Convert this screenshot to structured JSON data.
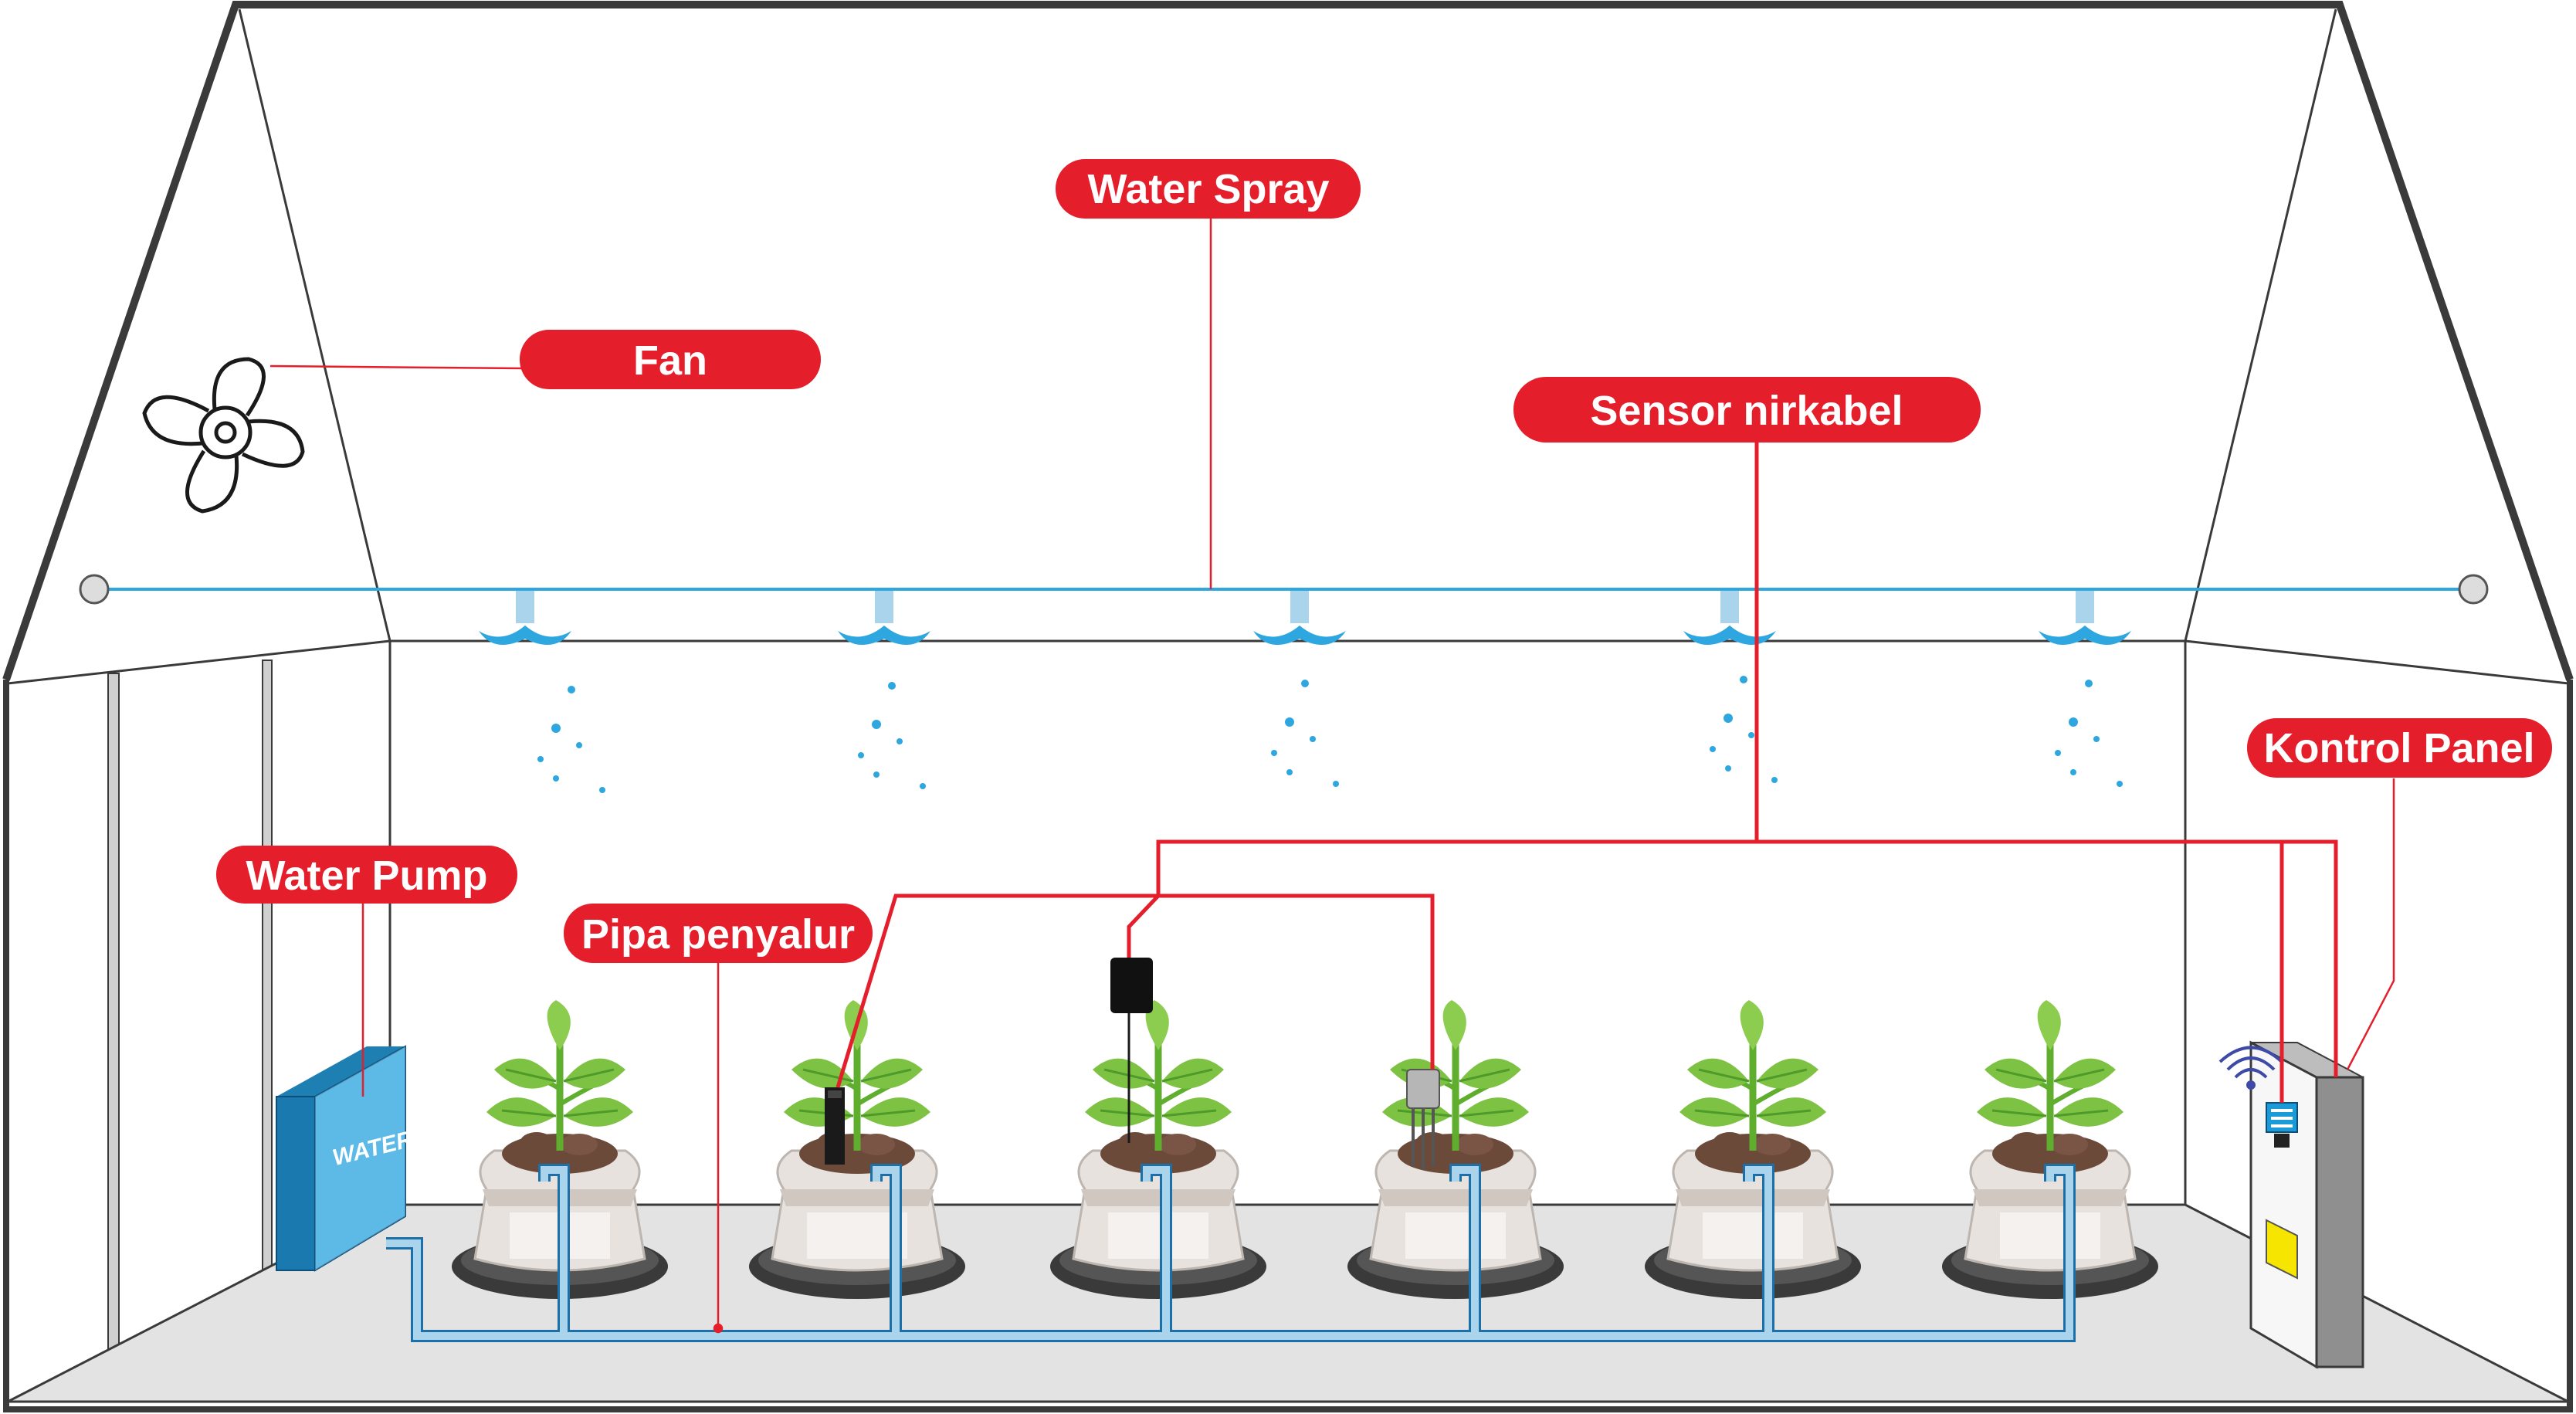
{
  "labels": {
    "water_spray": "Water Spray",
    "fan": "Fan",
    "sensor": "Sensor nirkabel",
    "control_panel": "Kontrol Panel",
    "water_pump": "Water Pump",
    "pipe": "Pipa penyalur"
  },
  "tank_text": "WATER",
  "colors": {
    "label_bg": "#e41e2b",
    "leader_line": "#e41e2b",
    "sensor_wire": "#e41e2b",
    "spray_pipe": "#2ea7e0",
    "water_drop": "#2ea7e0",
    "pipe_fill": "#a9d4ec",
    "pipe_outline": "#1d6fa8",
    "tank": "#29a3dd",
    "floor": "#e3e3e3",
    "outline": "#3a3a3a",
    "leaf": "#7dc242",
    "leaf_dark": "#4e9a2a",
    "soil": "#6b4a3a",
    "sack": "#e7e2de",
    "panel": "#8f8f8f",
    "warning": "#f6e500"
  },
  "icons": [
    "fan-icon",
    "spray-nozzle-icon",
    "wifi-icon",
    "soil-sensor-icon",
    "temperature-humidity-sensor-icon",
    "warning-sticker-icon"
  ]
}
